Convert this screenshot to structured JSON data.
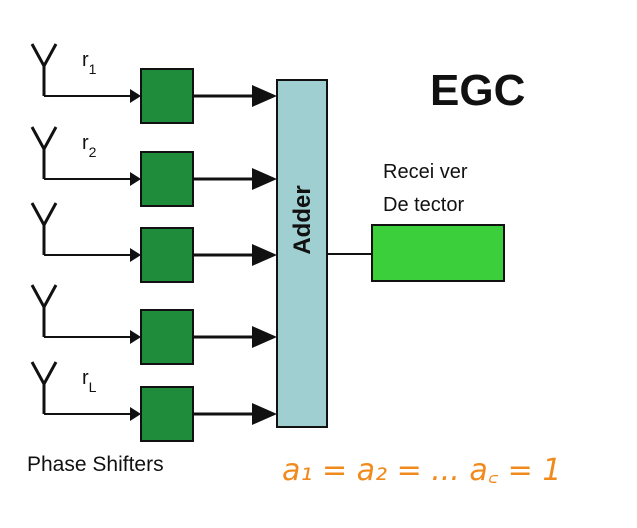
{
  "title": "EGC",
  "adder_label": "Adder",
  "receiver_line1": "Recei ver",
  "receiver_line2": "De tector",
  "phase_shifters_label": "Phase Shifters",
  "signal_labels": [
    "r1",
    "r2",
    "",
    "",
    "rL"
  ],
  "signal_main": [
    "r",
    "r",
    "",
    "",
    "r"
  ],
  "signal_sub": [
    "1",
    "2",
    "",
    "",
    "L"
  ],
  "handwritten_note": "a₁ = a₂ = ... a꜀ = 1",
  "colors": {
    "shifter_fill": "#1e8c3a",
    "detector_fill": "#3ccf3c",
    "adder_fill": "#9fcfd0",
    "note": "#f08a1c",
    "stroke": "#111111"
  }
}
